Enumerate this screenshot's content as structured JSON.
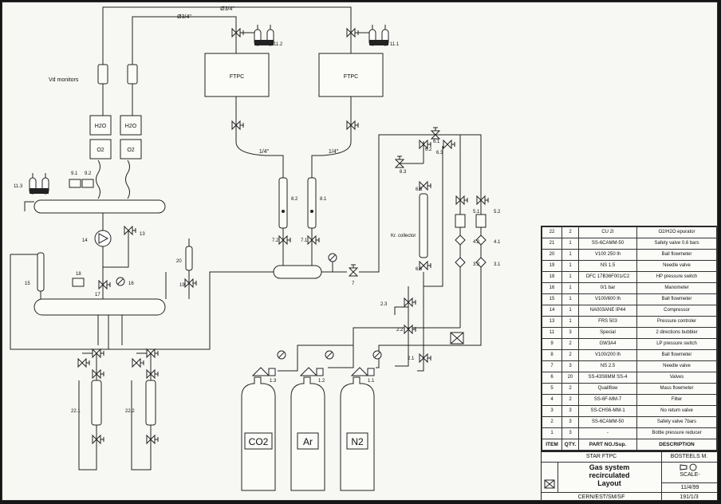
{
  "pipe_labels": {
    "main_line_a": "Ø3/4\"",
    "main_line_b": "Ø3/4\"",
    "branch_left": "1/4\"",
    "branch_right": "1/4\""
  },
  "vessels": {
    "ftpc_left": "FTPC",
    "ftpc_right": "FTPC"
  },
  "monitors": {
    "title": "Vd monitors",
    "h2o_a": "H2O",
    "h2o_b": "H2O",
    "o2_a": "O2",
    "o2_b": "O2"
  },
  "bottles": {
    "co2": "CO2",
    "ar": "Ar",
    "n2": "N2"
  },
  "kr_collector": "Kr. collector",
  "tags": {
    "t11_2": "11.2",
    "t11_1": "11.1",
    "t11_3": "11.3",
    "t9_1": "9.1",
    "t9_2": "9.2",
    "t8_2": "8.2",
    "t8_1": "8.1",
    "t7_2": "7.2",
    "t7_1": "7.1",
    "t7": "7",
    "t6_1": "6.1",
    "t6_2": "6.2",
    "t6_3": "6.3",
    "t6_5": "6.5",
    "t6_6": "6.6",
    "t5_1": "5.1",
    "t5_2": "5.2",
    "t4_1": "4.1",
    "t4_2": "4.2",
    "t3_1": "3.1",
    "t3_2": "3.2",
    "t2_1": "2.1",
    "t2_2": "2.2",
    "t2_3": "2.3",
    "t1_1": "1.1",
    "t1_2": "1.2",
    "t1_3": "1.3",
    "t13": "13",
    "t14": "14",
    "t15": "15",
    "t16": "16",
    "t17": "17",
    "t18": "18",
    "t19": "19",
    "t20": "20",
    "t22_1": "22.1",
    "t22_2": "22.2"
  },
  "bom": {
    "header": {
      "item": "ITEM",
      "qty": "QTY.",
      "part": "PART NO./Sup.",
      "desc": "DESCRIPTION"
    },
    "rows": [
      {
        "item": "22",
        "qty": "2",
        "part": "CU 2I",
        "desc": "O2/H2O epurator"
      },
      {
        "item": "21",
        "qty": "1",
        "part": "SS-6CAMM-50",
        "desc": "Safety valve 0.6 bars"
      },
      {
        "item": "20",
        "qty": "1",
        "part": "V100 250 lh",
        "desc": "Ball flowmeter"
      },
      {
        "item": "19",
        "qty": "1",
        "part": "NS 1.5",
        "desc": "Needle valve"
      },
      {
        "item": "18",
        "qty": "1",
        "part": "DFC 17B36F001/C2",
        "desc": "HP pressure switch"
      },
      {
        "item": "16",
        "qty": "1",
        "part": "0/1 bar",
        "desc": "Manometer"
      },
      {
        "item": "15",
        "qty": "1",
        "part": "V100/600 lh",
        "desc": "Ball flowmeter"
      },
      {
        "item": "14",
        "qty": "1",
        "part": "NA003ANE IP44",
        "desc": "Compressor"
      },
      {
        "item": "13",
        "qty": "1",
        "part": "FRS 503",
        "desc": "Pressure controler"
      },
      {
        "item": "11",
        "qty": "3",
        "part": "Special",
        "desc": "2 directions bubbler"
      },
      {
        "item": "9",
        "qty": "2",
        "part": "GW3A4",
        "desc": "LP pressure switch"
      },
      {
        "item": "8",
        "qty": "2",
        "part": "V100/200 lh",
        "desc": "Ball flowmeter"
      },
      {
        "item": "7",
        "qty": "3",
        "part": "NS 2.5",
        "desc": "Needle valve"
      },
      {
        "item": "6",
        "qty": "20",
        "part": "SS-43S6MM SS-4",
        "desc": "Valves"
      },
      {
        "item": "5",
        "qty": "2",
        "part": "Qualiflow",
        "desc": "Mass flowmeter"
      },
      {
        "item": "4",
        "qty": "2",
        "part": "SS-6F-MM-7",
        "desc": "Filter"
      },
      {
        "item": "3",
        "qty": "3",
        "part": "SS-CHS6-MM-1",
        "desc": "No return valve"
      },
      {
        "item": "2",
        "qty": "3",
        "part": "SS-6CAMM-50",
        "desc": "Safety valve 7bars"
      },
      {
        "item": "1",
        "qty": "3",
        "part": "-",
        "desc": "Bottle pressure reducer"
      }
    ]
  },
  "title_block": {
    "project": "STAR FTPC",
    "author": "BOSTEELS M.",
    "title_line1": "Gas system",
    "title_line2": "recirculated",
    "title_line3": "Layout",
    "scale": "SCALE-",
    "date": "11/4/99",
    "drawing_no": "191/1/3",
    "org": "CERN/EST/SM/SF"
  }
}
